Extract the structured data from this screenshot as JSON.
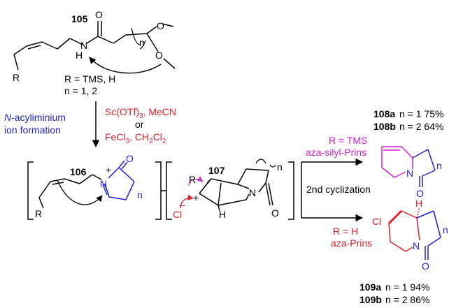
{
  "compounds": {
    "c105": "105",
    "c106": "106",
    "c107": "107",
    "c108a": "108a",
    "c108b": "108b",
    "c109a": "109a",
    "c109b": "109b"
  },
  "yields": {
    "y108a": "n = 1 75%",
    "y108b": "n = 2 64%",
    "y109a": "n = 1 94%",
    "y109b": "n = 2 86%"
  },
  "substituents": {
    "r_def": "R = TMS, H",
    "n_def": "n = 1, 2"
  },
  "step1": {
    "label_a": "N",
    "label_b": "-acyliminium",
    "label_c": "ion formation",
    "cond1_a": "Sc(OTf)",
    "cond1_sub": "3",
    "cond1_b": ", MeCN",
    "or": "or",
    "cond2_a": "FeCl",
    "cond2_sub1": "3",
    "cond2_b": ", CH",
    "cond2_sub2": "2",
    "cond2_c": "Cl",
    "cond2_sub3": "2"
  },
  "branches": {
    "top_r": "R = TMS",
    "top_name": "aza-silyl-Prins",
    "middle": "2nd cyclization",
    "bottom_r": "R = H",
    "bottom_name": "aza-Prins"
  },
  "atoms": {
    "O": "O",
    "N": "N",
    "H": "H",
    "NH_N": "N",
    "NH_H": "H",
    "R": "R",
    "Cl": "Cl",
    "n": "n",
    "plus": "+",
    "minus": "–"
  },
  "colors": {
    "black": "#000000",
    "blue": "#1f1fdc",
    "magenta": "#d61fd6",
    "red": "#e0202a",
    "arrow_magenta": "#c83cc8"
  }
}
